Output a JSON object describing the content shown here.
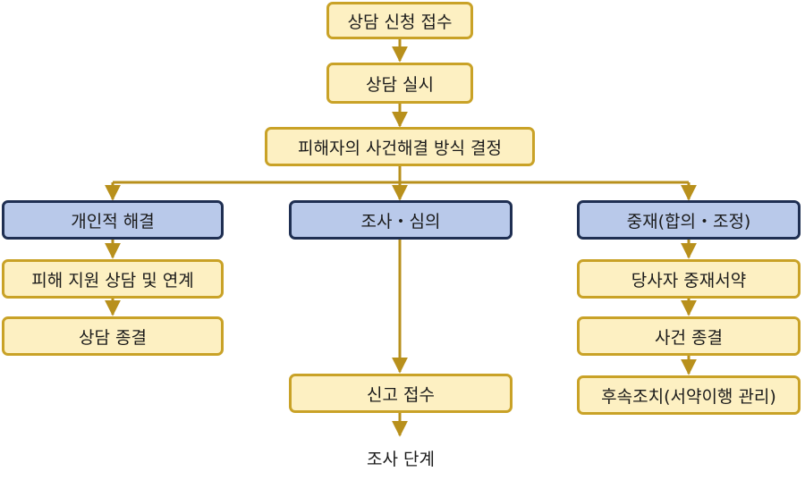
{
  "colors": {
    "gold_border": "#c9a227",
    "yellow_fill": "#fdf0c2",
    "blue_fill": "#b9c9ea",
    "navy_border": "#1f2f52",
    "connector": "#b8901c"
  },
  "nodes": {
    "intake": "상담 신청 접수",
    "counsel": "상담 실시",
    "decide": "피해자의 사건해결 방식 결정",
    "individual": "개인적 해결",
    "investigate": "조사・심의",
    "mediation": "중재(합의・조정)",
    "support": "피해 지원 상담 및 연계",
    "close_counsel": "상담 종결",
    "report_intake": "신고 접수",
    "agreement": "당사자 중재서약",
    "close_case": "사건 종결",
    "followup": "후속조치(서약이행 관리)",
    "next_stage": "조사 단계"
  }
}
